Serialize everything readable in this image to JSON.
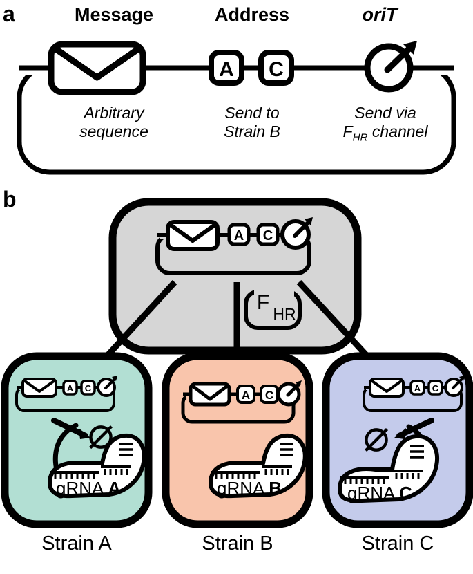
{
  "figure": {
    "type": "schematic-diagram",
    "background": "#ffffff",
    "stroke_color": "#000000"
  },
  "panel_a": {
    "letter": "a",
    "columns": [
      {
        "heading": "Message",
        "heading_italic": false,
        "icon": "envelope-icon",
        "caption_lines": [
          "Arbitrary",
          "sequence"
        ]
      },
      {
        "heading": "Address",
        "heading_italic": false,
        "icon": "address-letters-icon",
        "letters": [
          "A",
          "C"
        ],
        "caption_lines": [
          "Send to",
          "Strain B"
        ]
      },
      {
        "heading": "oriT",
        "heading_italic": true,
        "icon": "orit-circle-arrow-icon",
        "caption_lines": [
          "Send via",
          "F_HR channel"
        ],
        "caption_line2_pre": "F",
        "caption_line2_sub": "HR",
        "caption_line2_post": " channel"
      }
    ],
    "plasmid": {
      "name": "message-plasmid",
      "shape": "rounded-rectangle-backbone"
    }
  },
  "panel_b": {
    "letter": "b",
    "donor": {
      "name": "donor-cell",
      "fill": "#d6d6d6",
      "plasmid_letters": [
        "A",
        "C"
      ],
      "helper_plasmid": {
        "label_main": "F",
        "label_sub": "HR"
      }
    },
    "arrows": [
      {
        "name": "arrow-to-strain-a",
        "target": "Strain A"
      },
      {
        "name": "arrow-to-strain-b",
        "target": "Strain B"
      },
      {
        "name": "arrow-to-strain-c",
        "target": "Strain C"
      }
    ],
    "recipients": [
      {
        "id": "strain-a",
        "label": "Strain A",
        "fill": "#b2dfd3",
        "plasmid_letters": [
          "A",
          "C"
        ],
        "grna_label_pre": "gRNA ",
        "grna_label_bold": "A",
        "degraded": true,
        "degradation_symbol": "⌀"
      },
      {
        "id": "strain-b",
        "label": "Strain B",
        "fill": "#f9c5ac",
        "plasmid_letters": [
          "A",
          "C"
        ],
        "grna_label_pre": "gRNA ",
        "grna_label_bold": "B",
        "degraded": false,
        "degradation_symbol": ""
      },
      {
        "id": "strain-c",
        "label": "Strain C",
        "fill": "#c4cbeb",
        "plasmid_letters": [
          "A",
          "C"
        ],
        "grna_label_pre": "gRNA ",
        "grna_label_bold": "C",
        "degraded": true,
        "degradation_symbol": "⌀"
      }
    ]
  }
}
